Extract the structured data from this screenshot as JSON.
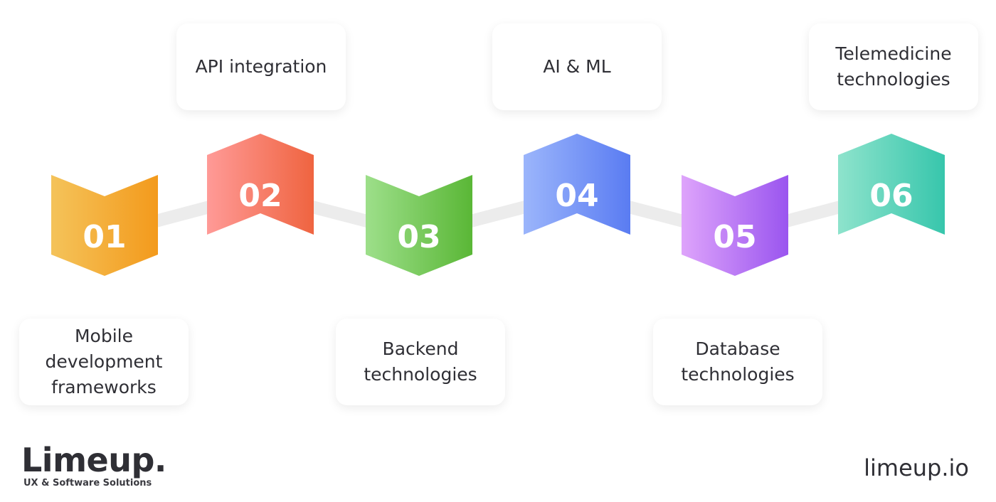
{
  "steps": [
    {
      "number": "01",
      "label": "Mobile development frameworks",
      "label_lines": [
        "Mobile",
        "development",
        "frameworks"
      ],
      "color_start": "#f4c35a",
      "color_end": "#f39a1c"
    },
    {
      "number": "02",
      "label": "API integration",
      "label_lines": [
        "API integration"
      ],
      "color_start": "#ff9a97",
      "color_end": "#ef6440"
    },
    {
      "number": "03",
      "label": "Backend technologies",
      "label_lines": [
        "Backend",
        "technologies"
      ],
      "color_start": "#9ddf8a",
      "color_end": "#5ab736"
    },
    {
      "number": "04",
      "label": "AI & ML",
      "label_lines": [
        "AI & ML"
      ],
      "color_start": "#9bb5fb",
      "color_end": "#5a7cf2"
    },
    {
      "number": "05",
      "label": "Database technologies",
      "label_lines": [
        "Database",
        "technologies"
      ],
      "color_start": "#dea4fb",
      "color_end": "#9a55ef"
    },
    {
      "number": "06",
      "label": "Telemedicine technologies",
      "label_lines": [
        "Telemedicine",
        "technologies"
      ],
      "color_start": "#8ee3cc",
      "color_end": "#37c6ac"
    }
  ],
  "brand": {
    "name": "Limeup.",
    "tagline": "UX & Software Solutions"
  },
  "footer": {
    "url": "limeup.io"
  }
}
